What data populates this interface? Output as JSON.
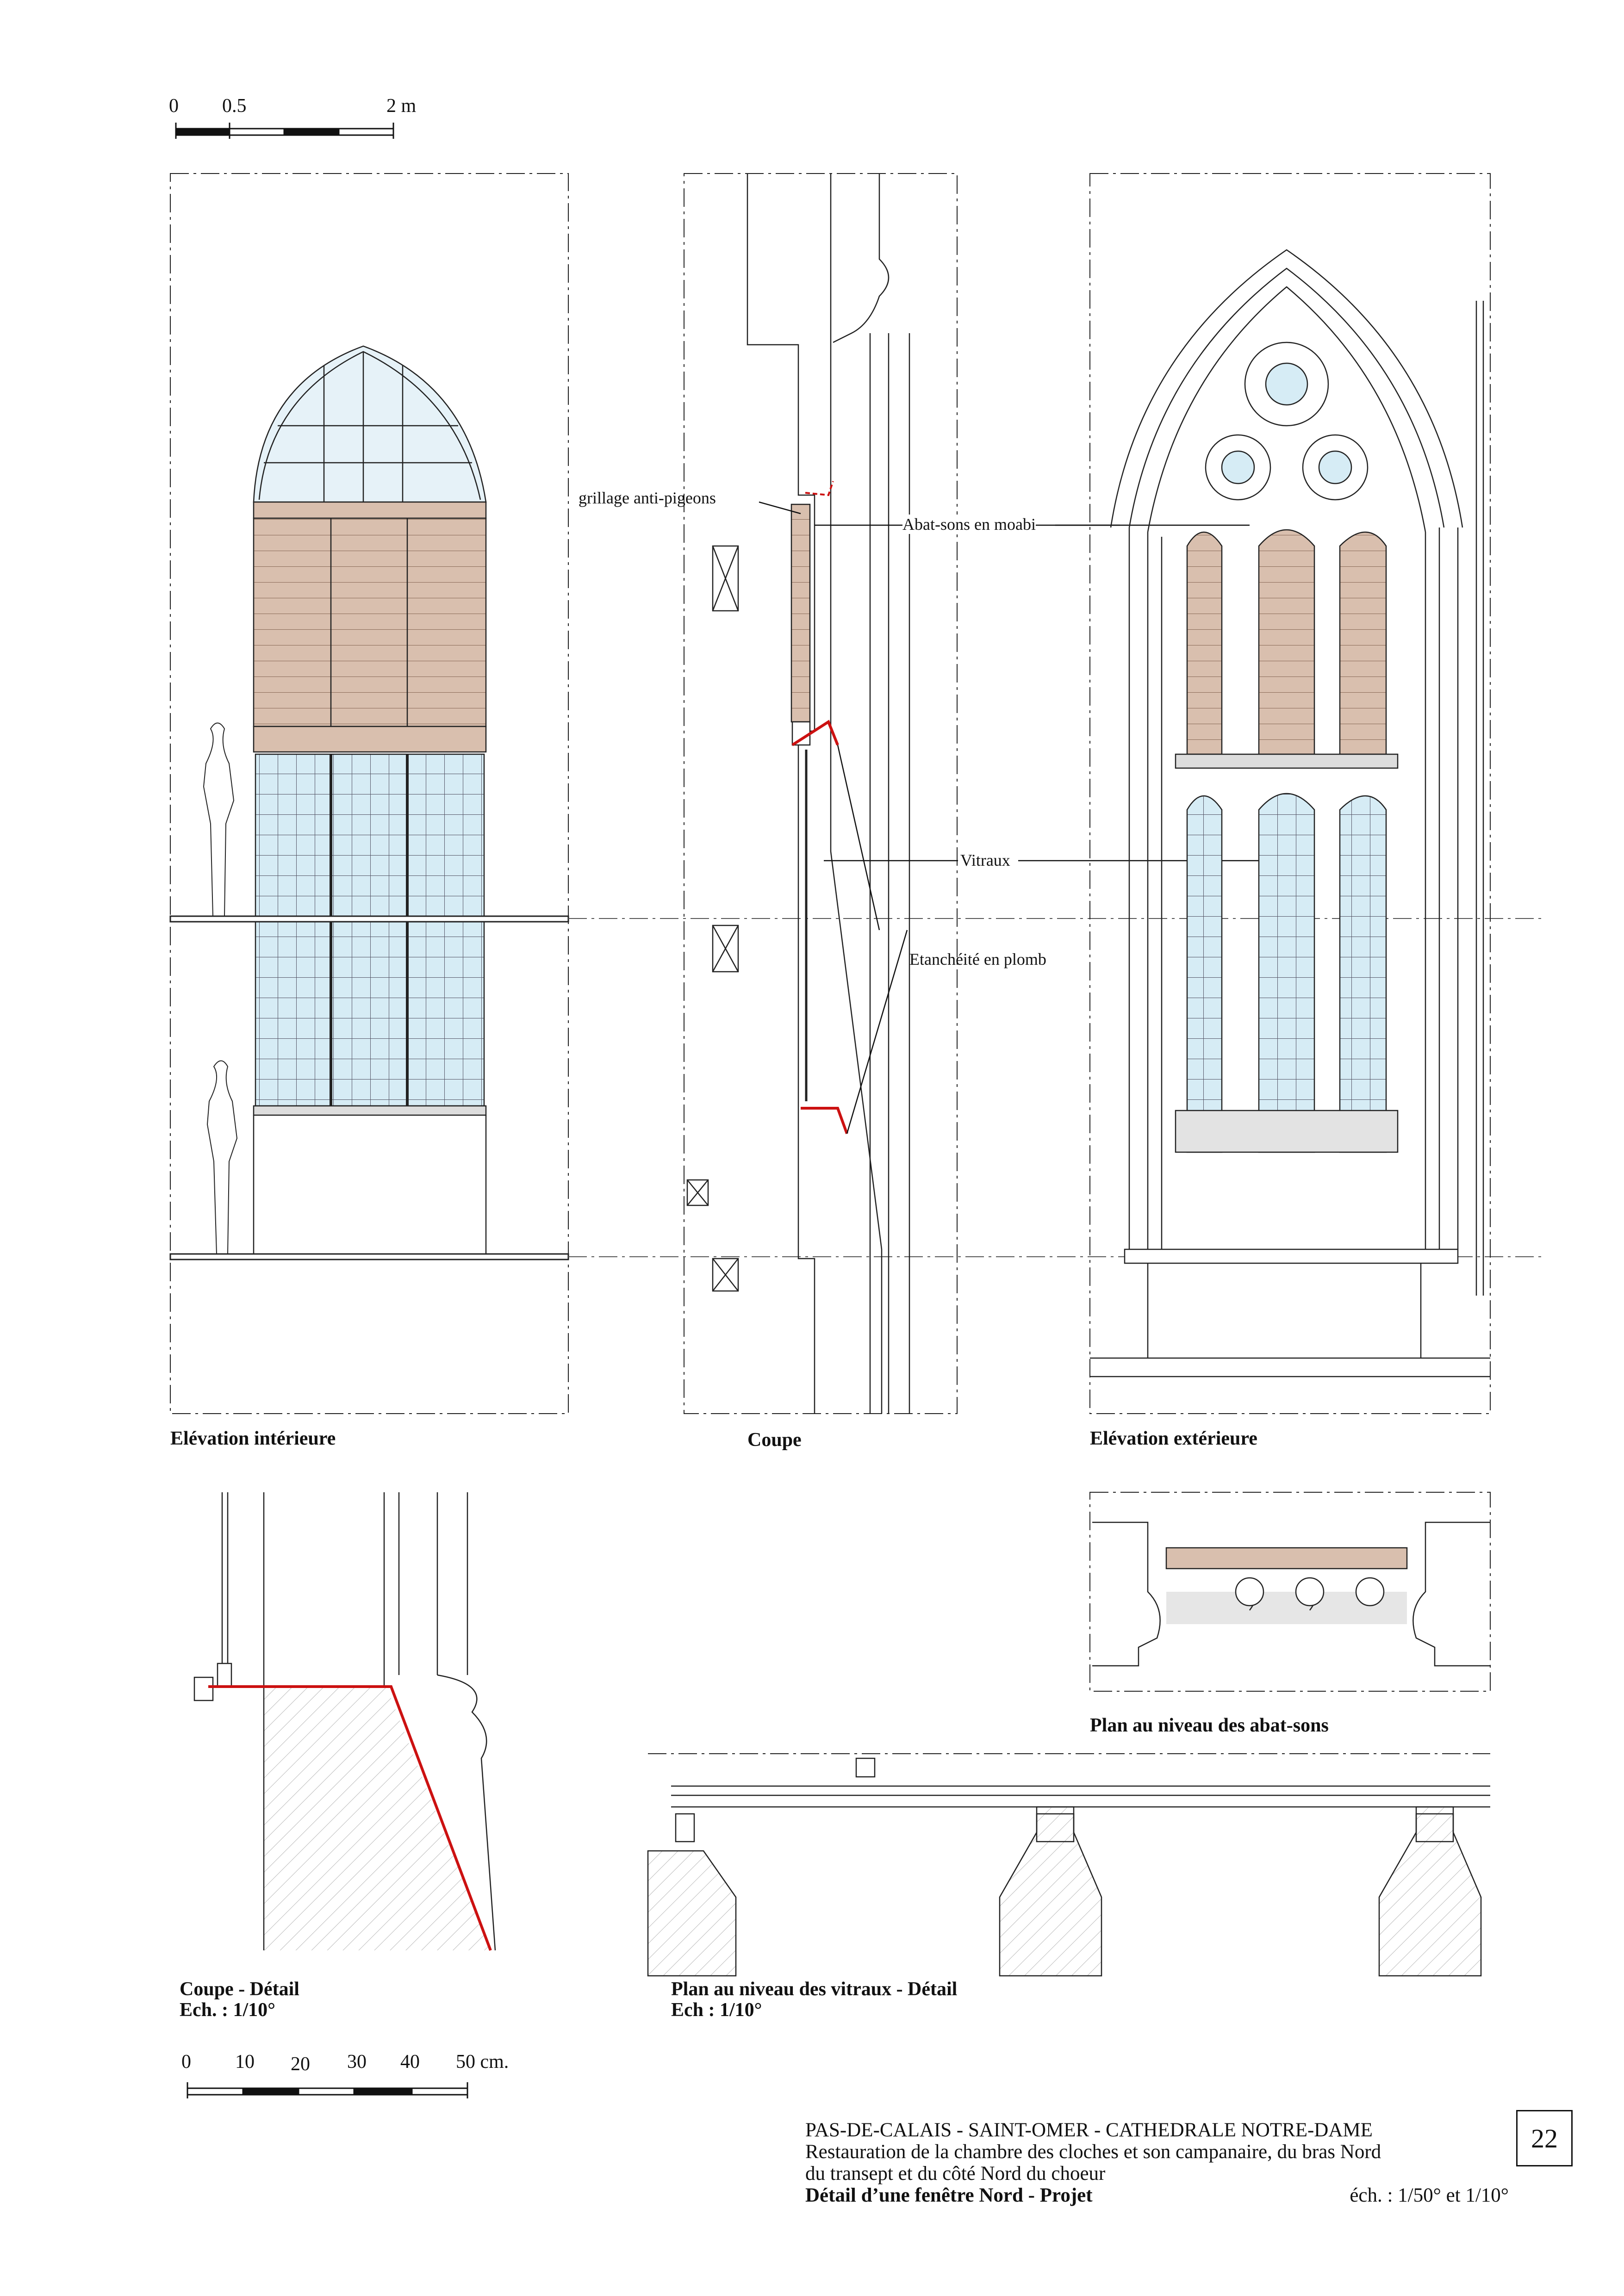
{
  "scale_top": {
    "labels": [
      "0",
      "0.5",
      "2 m"
    ]
  },
  "scale_bottom": {
    "labels": [
      "0",
      "10",
      "20",
      "30",
      "40",
      "50 cm."
    ]
  },
  "views": {
    "interior": "Elévation intérieure",
    "section": "Coupe",
    "exterior": "Elévation extérieure",
    "plan_louvres": "Plan au niveau des abat-sons",
    "section_detail": "Coupe - Détail",
    "section_detail_scale": "Ech. : 1/10°",
    "plan_glass_detail": "Plan au niveau des vitraux - Détail",
    "plan_glass_detail_scale": "Ech : 1/10°"
  },
  "annotations": {
    "grillage": "grillage anti-pigeons",
    "abat_sons": "Abat-sons en moabi",
    "vitraux": "Vitraux",
    "etancheite": "Etanchéité en plomb"
  },
  "cartouche": {
    "line1": "PAS-DE-CALAIS  -  SAINT-OMER  -  CATHEDRALE NOTRE-DAME",
    "line2": "Restauration de la chambre des cloches et son campanaire, du bras Nord",
    "line3": "du transept et du côté Nord du choeur",
    "line4": "Détail d’une fenêtre Nord - Projet",
    "scale": "éch. : 1/50° et 1/10°",
    "page_number": "22"
  },
  "colors": {
    "louvre": "#d9bfae",
    "glass": "#d6ecf5",
    "lead": "#cc1111",
    "line": "#222222"
  }
}
